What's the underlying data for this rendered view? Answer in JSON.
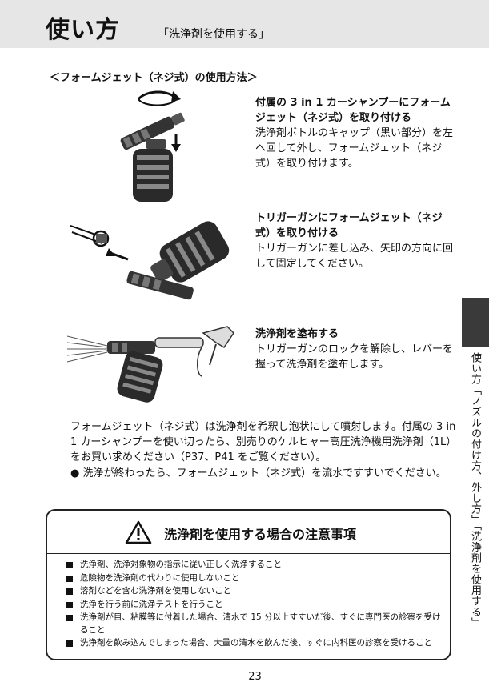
{
  "header": {
    "title": "使い方",
    "subtitle": "「洗浄剤を使用する」"
  },
  "section": {
    "heading": "＜フォームジェット（ネジ式）の使用方法＞"
  },
  "steps": [
    {
      "title": "付属の 3 in 1 カーシャンプーにフォームジェット（ネジ式）を取り付ける",
      "desc": "洗浄剤ボトルのキャップ（黒い部分）を左へ回して外し、フォームジェット（ネジ式）を取り付けます。"
    },
    {
      "title": "トリガーガンにフォームジェット（ネジ式）を取り付ける",
      "desc": "トリガーガンに差し込み、矢印の方向に回して固定してください。"
    },
    {
      "title": "洗浄剤を塗布する",
      "desc": "トリガーガンのロックを解除し、レバーを握って洗浄剤を塗布します。"
    }
  ],
  "notes": {
    "foam": "フォームジェット（ネジ式）は洗浄剤を希釈し泡状にして噴射します。付属の 3 in 1 カーシャンプーを使い切ったら、別売りのケルヒャー高圧洗浄機用洗浄剤（1L）をお買い求めください（P37、P41 をご覧ください）。",
    "bullet": "● 洗浄が終わったら、フォームジェット（ネジ式）を流水ですすいでください。"
  },
  "caution": {
    "title": "洗浄剤を使用する場合の注意事項",
    "items": [
      "洗浄剤、洗浄対象物の指示に従い正しく洗浄すること",
      "危険物を洗浄剤の代わりに使用しないこと",
      "溶剤などを含む洗浄剤を使用しないこと",
      "洗浄を行う前に洗浄テストを行うこと",
      "洗浄剤が目、粘膜等に付着した場合、清水で 15 分以上すすいだ後、すぐに専門医の診察を受けること",
      "洗浄剤を飲み込んでしまった場合、大量の清水を飲んだ後、すぐに内科医の診察を受けること"
    ]
  },
  "page_number": "23",
  "side": {
    "label": "使い方「ノズルの付け方、外し方」「洗浄剤を使用する」"
  }
}
